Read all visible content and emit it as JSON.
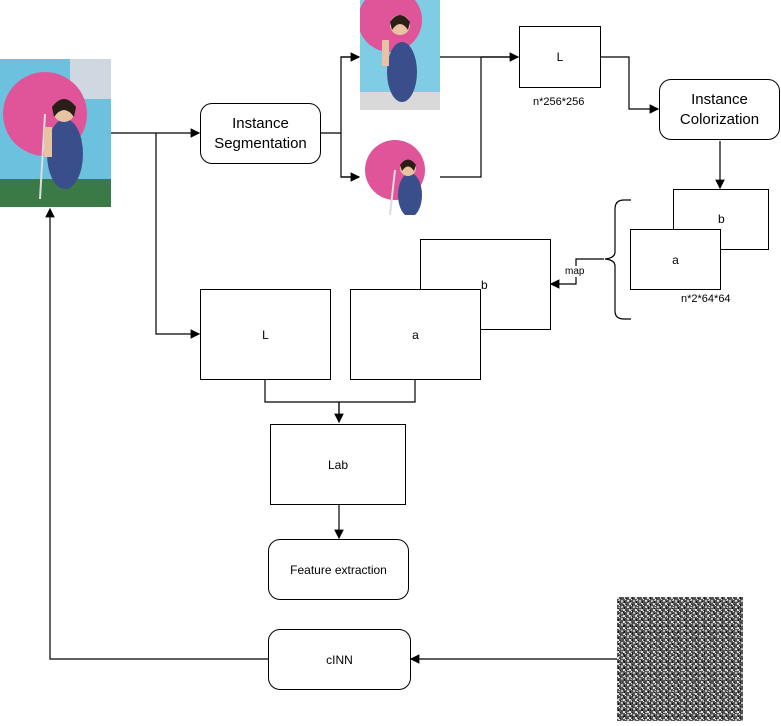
{
  "nodes": {
    "instance_segmentation": "Instance\nSegmentation",
    "instance_colorization": "Instance\nColorization",
    "L_top": "L",
    "L_bottom": "L",
    "a_bottom": "a",
    "b_bottom": "b",
    "a_right": "a",
    "b_right": "b",
    "lab": "Lab",
    "feature_extraction": "Feature extraction",
    "cinn": "cINN"
  },
  "labels": {
    "L_dims": "n*256*256",
    "ab_dims": "n*2*64*64",
    "map": "map"
  },
  "colors": {
    "stroke": "#000000",
    "sky": "#6cc2de",
    "umbrella": "#e0559a",
    "dress": "#3a4e8c",
    "skin": "#e9c2a4",
    "hair": "#2b1d18"
  }
}
